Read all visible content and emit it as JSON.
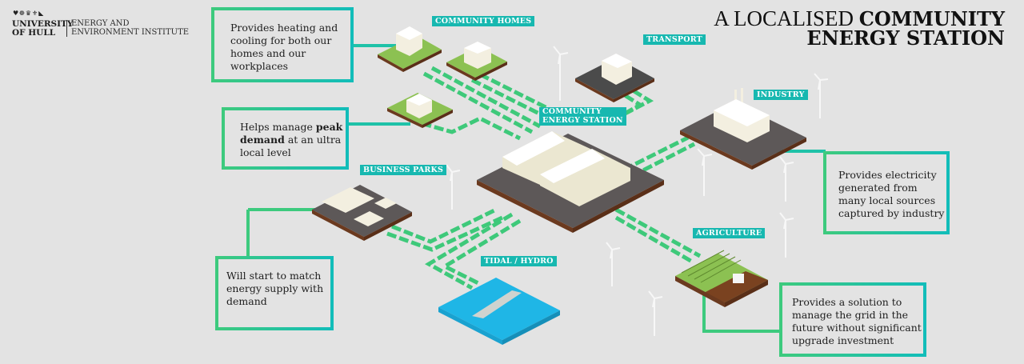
{
  "branding": {
    "crest_icons": [
      "rose-icon",
      "flower-icon",
      "crown-icon",
      "fleur-icon",
      "ship-icon"
    ],
    "university_line1": "UNIVERSITY",
    "university_line2": "OF HULL",
    "institute_line1": "ENERGY AND",
    "institute_line2": "ENVIRONMENT INSTITUTE"
  },
  "title": {
    "light": "A LOCALISED ",
    "bold_line1": "COMMUNITY",
    "bold_line2": "ENERGY STATION"
  },
  "colors": {
    "background": "#e3e3e3",
    "tag_teal": "#17b8b0",
    "box_green": "#3dca7e",
    "box_teal": "#12bdb9",
    "pipe_green": "#3ec97a",
    "pad_dark": "#5d5858",
    "pad_edge": "#6b3a1f",
    "grass": "#8cc152",
    "water": "#1fb6e6",
    "building": "#f3efe0"
  },
  "tags": {
    "community_homes": "COMMUNITY HOMES",
    "transport": "TRANSPORT",
    "community_energy_station_1": "COMMUNITY",
    "community_energy_station_2": "ENERGY STATION",
    "industry": "INDUSTRY",
    "business_parks": "BUSINESS PARKS",
    "agriculture": "AGRICULTURE",
    "tidal_hydro": "TIDAL / HYDRO"
  },
  "callouts": {
    "heating": {
      "lines": [
        "Provides heating and",
        "cooling for both our",
        "homes and our",
        "workplaces"
      ]
    },
    "peak": {
      "pre": "Helps manage ",
      "bold1": "peak",
      "bold2": "demand",
      "post": " at an ultra",
      "line3": "local level"
    },
    "electricity": {
      "lines": [
        "Provides electricity",
        "generated from",
        "many local sources",
        "captured by industry"
      ]
    },
    "match": {
      "lines": [
        "Will start to match",
        "energy supply with",
        "demand"
      ]
    },
    "grid": {
      "lines": [
        "Provides a solution to",
        "manage the grid in the",
        "future without significant",
        "upgrade investment"
      ]
    }
  }
}
